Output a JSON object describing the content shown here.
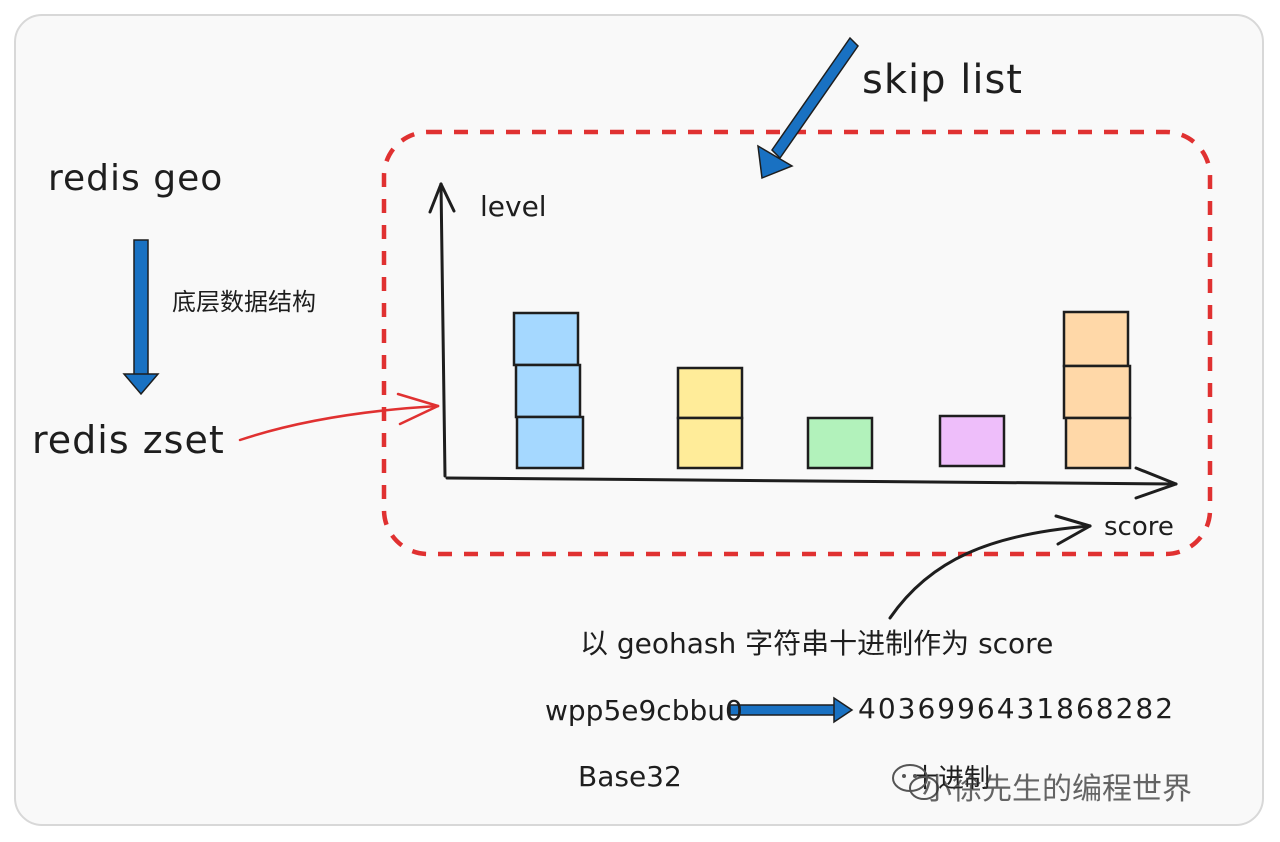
{
  "texts": {
    "redis_geo": "redis geo",
    "underlying": "底层数据结构",
    "redis_zset": "redis zset",
    "skip_list": "skip list",
    "axis_level": "level",
    "axis_score": "score",
    "caption": "以 geohash 字符串十进制作为 score",
    "geohash": "wpp5e9cbbu0",
    "decimal_value": "4036996431868282",
    "base32": "Base32",
    "decimal_label": "十进制",
    "watermark": "小徐先生的编程世界"
  },
  "colors": {
    "blue_block": "#a5d8ff",
    "yellow_block": "#ffec99",
    "green_block": "#b2f2bb",
    "purple_block": "#eebefa",
    "orange_block": "#ffd8a8",
    "dashed_frame": "#e03131",
    "blue_arrow": "#1971c2"
  },
  "columns": [
    {
      "name": "blue",
      "level": 3
    },
    {
      "name": "yellow",
      "level": 2
    },
    {
      "name": "green",
      "level": 1
    },
    {
      "name": "purple",
      "level": 1
    },
    {
      "name": "orange",
      "level": 3
    }
  ]
}
